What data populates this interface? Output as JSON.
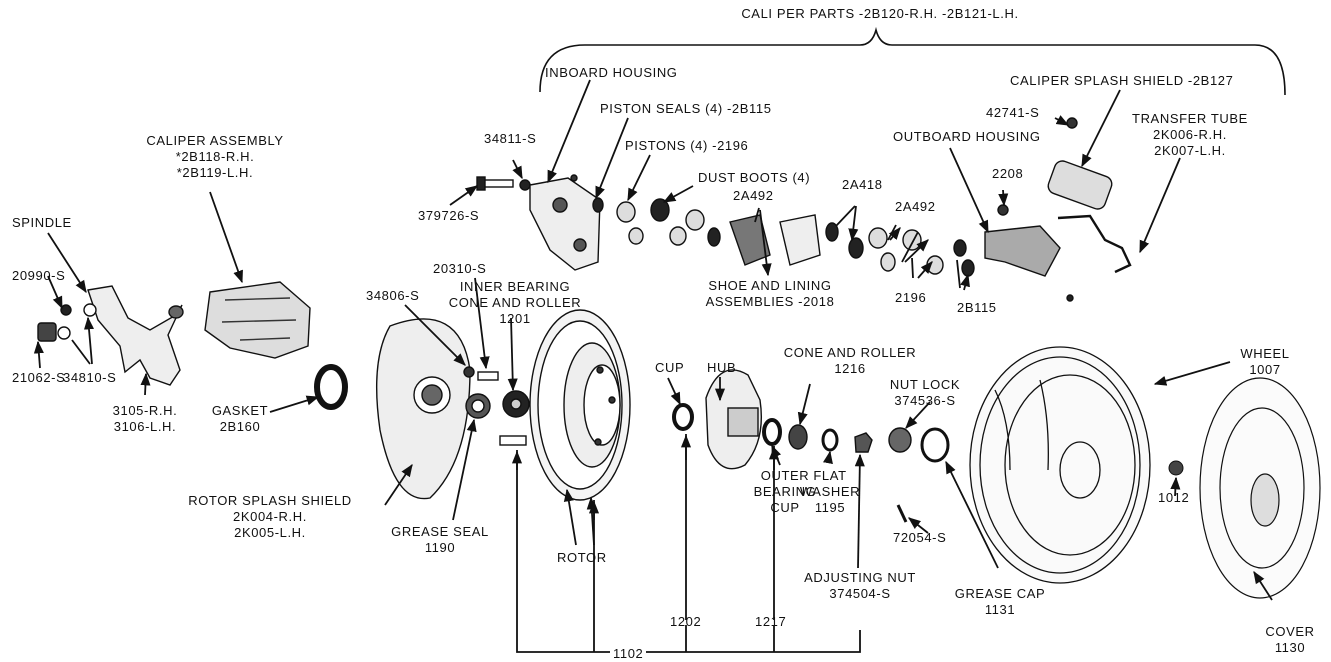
{
  "caliper_parts_heading": "CALI PER PARTS -2B120-R.H. -2B121-L.H.",
  "labels": {
    "inboard_housing": "INBOARD HOUSING",
    "piston_seals": "PISTON SEALS (4) -2B115",
    "pistons": "PISTONS (4) -2196",
    "dust_boots": "DUST BOOTS (4)",
    "dust_boots_num": "2A492",
    "shoe_lining_1": "SHOE AND LINING",
    "shoe_lining_2": "ASSEMBLIES -2018",
    "part_2a418": "2A418",
    "part_2a492b": "2A492",
    "part_2196": "2196",
    "part_2b115": "2B115",
    "outboard_housing": "OUTBOARD HOUSING",
    "part_2208": "2208",
    "part_42741s": "42741-S",
    "caliper_splash_shield": "CALIPER SPLASH SHIELD -2B127",
    "transfer_tube_1": "TRANSFER TUBE",
    "transfer_tube_2": "2K006-R.H.",
    "transfer_tube_3": "2K007-L.H.",
    "part_34811s": "34811-S",
    "part_379726s": "379726-S",
    "caliper_assembly_1": "CALIPER ASSEMBLY",
    "caliper_assembly_2": "*2B118-R.H.",
    "caliper_assembly_3": "*2B119-L.H.",
    "spindle": "SPINDLE",
    "part_20990s": "20990-S",
    "part_21062s": "21062-S",
    "part_34810s": "34810-S",
    "spindle_num_1": "3105-R.H.",
    "spindle_num_2": "3106-L.H.",
    "part_34806s": "34806-S",
    "part_20310s": "20310-S",
    "inner_bearing_1": "INNER BEARING",
    "inner_bearing_2": "CONE AND ROLLER",
    "inner_bearing_3": "1201",
    "gasket_1": "GASKET",
    "gasket_2": "2B160",
    "rotor_splash_1": "ROTOR SPLASH SHIELD",
    "rotor_splash_2": "2K004-R.H.",
    "rotor_splash_3": "2K005-L.H.",
    "grease_seal_1": "GREASE SEAL",
    "grease_seal_2": "1190",
    "rotor": "ROTOR",
    "cup": "CUP",
    "hub": "HUB",
    "cone_roller_1": "CONE AND ROLLER",
    "cone_roller_2": "1216",
    "outer_cup_1": "OUTER",
    "outer_cup_2": "BEARING",
    "outer_cup_3": "CUP",
    "flat_washer_1": "FLAT",
    "flat_washer_2": "WASHER",
    "flat_washer_3": "1195",
    "nut_lock_1": "NUT LOCK",
    "nut_lock_2": "374536-S",
    "part_72054s": "72054-S",
    "adjusting_nut_1": "ADJUSTING NUT",
    "adjusting_nut_2": "374504-S",
    "grease_cap_1": "GREASE CAP",
    "grease_cap_2": "1131",
    "wheel_1": "WHEEL",
    "wheel_2": "1007",
    "part_1012": "1012",
    "cover_1": "COVER",
    "cover_2": "1130",
    "part_1202": "1202",
    "part_1217": "1217",
    "part_1102": "1102"
  }
}
